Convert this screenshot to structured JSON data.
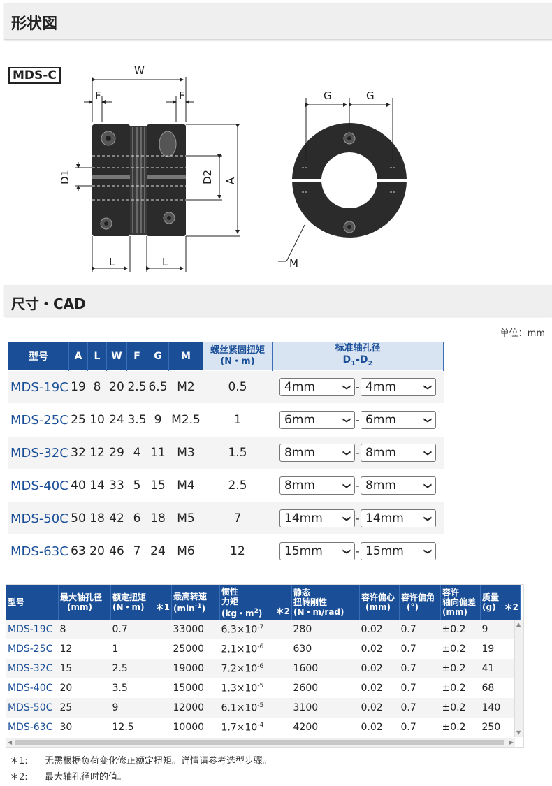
{
  "section1_title": "形状図",
  "model_tag": "MDS-C",
  "drawing": {
    "labels": [
      "W",
      "F",
      "F",
      "D1",
      "D2",
      "A",
      "L",
      "L",
      "G",
      "G",
      "M"
    ]
  },
  "section2_title": "尺寸・CAD",
  "unit_label": "单位：mm",
  "table1": {
    "headers": [
      "型号",
      "A",
      "L",
      "W",
      "F",
      "G",
      "M",
      "螺丝紧固扭矩",
      "(N・m)",
      "标准轴孔径",
      "D1-D2"
    ],
    "rows": [
      {
        "model": "MDS-19C",
        "A": "19",
        "L": "8",
        "W": "20",
        "F": "2.5",
        "G": "6.5",
        "M": "M2",
        "torque": "0.5",
        "d1": "4mm",
        "d2": "4mm"
      },
      {
        "model": "MDS-25C",
        "A": "25",
        "L": "10",
        "W": "24",
        "F": "3.5",
        "G": "9",
        "M": "M2.5",
        "torque": "1",
        "d1": "6mm",
        "d2": "6mm"
      },
      {
        "model": "MDS-32C",
        "A": "32",
        "L": "12",
        "W": "29",
        "F": "4",
        "G": "11",
        "M": "M3",
        "torque": "1.5",
        "d1": "8mm",
        "d2": "8mm"
      },
      {
        "model": "MDS-40C",
        "A": "40",
        "L": "14",
        "W": "33",
        "F": "5",
        "G": "15",
        "M": "M4",
        "torque": "2.5",
        "d1": "8mm",
        "d2": "8mm"
      },
      {
        "model": "MDS-50C",
        "A": "50",
        "L": "18",
        "W": "42",
        "F": "6",
        "G": "18",
        "M": "M5",
        "torque": "7",
        "d1": "14mm",
        "d2": "14mm"
      },
      {
        "model": "MDS-63C",
        "A": "63",
        "L": "20",
        "W": "46",
        "F": "7",
        "G": "24",
        "M": "M6",
        "torque": "12",
        "d1": "15mm",
        "d2": "15mm"
      }
    ]
  },
  "table2": {
    "headers": {
      "model": "型号",
      "max_bore": "最大轴孔径",
      "max_bore_unit": "(mm)",
      "rated_torque": "额定扭矩",
      "rated_torque_unit": "(N・m)",
      "note1": "＊1",
      "max_speed": "最高转速",
      "max_speed_unit": "(min",
      "inertia": "惯性",
      "inertia2": "力矩",
      "inertia_unit": "(kg・m",
      "note2": "＊2",
      "stiffness": "静态",
      "stiffness2": "扭转刚性",
      "stiffness_unit": "(N・m/rad)",
      "parallel": "容许偏心",
      "parallel_unit": "(mm)",
      "angular": "容许偏角",
      "angular_unit": "(°)",
      "axial": "容许",
      "axial2": "轴向偏差",
      "axial_unit": "(mm)",
      "mass": "质量",
      "mass_unit": "(g)",
      "note3": "＊2"
    },
    "rows": [
      {
        "model": "MDS-19C",
        "bore": "8",
        "torque": "0.7",
        "speed": "33000",
        "inertia": "6.3×10",
        "exp": "-7",
        "stiff": "280",
        "par": "0.02",
        "ang": "0.7",
        "ax": "±0.2",
        "mass": "9"
      },
      {
        "model": "MDS-25C",
        "bore": "12",
        "torque": "1",
        "speed": "25000",
        "inertia": "2.1×10",
        "exp": "-6",
        "stiff": "630",
        "par": "0.02",
        "ang": "0.7",
        "ax": "±0.2",
        "mass": "19"
      },
      {
        "model": "MDS-32C",
        "bore": "15",
        "torque": "2.5",
        "speed": "19000",
        "inertia": "7.2×10",
        "exp": "-6",
        "stiff": "1600",
        "par": "0.02",
        "ang": "0.7",
        "ax": "±0.2",
        "mass": "41"
      },
      {
        "model": "MDS-40C",
        "bore": "20",
        "torque": "3.5",
        "speed": "15000",
        "inertia": "1.3×10",
        "exp": "-5",
        "stiff": "2600",
        "par": "0.02",
        "ang": "0.7",
        "ax": "±0.2",
        "mass": "68"
      },
      {
        "model": "MDS-50C",
        "bore": "25",
        "torque": "9",
        "speed": "12000",
        "inertia": "6.1×10",
        "exp": "-5",
        "stiff": "3100",
        "par": "0.02",
        "ang": "0.7",
        "ax": "±0.2",
        "mass": "140"
      },
      {
        "model": "MDS-63C",
        "bore": "30",
        "torque": "12.5",
        "speed": "10000",
        "inertia": "1.7×10",
        "exp": "-4",
        "stiff": "4200",
        "par": "0.02",
        "ang": "0.7",
        "ax": "±0.2",
        "mass": "250"
      }
    ]
  },
  "notes": [
    {
      "key": "＊1:",
      "text": "无需根据负荷变化修正额定扭矩。详情请参考选型步骤。"
    },
    {
      "key": "＊2:",
      "text": "最大轴孔径时的值。"
    }
  ],
  "colors": {
    "header_blue": "#1a4f98",
    "header_light": "#d9e4f3",
    "link_blue": "#1a4f98"
  }
}
